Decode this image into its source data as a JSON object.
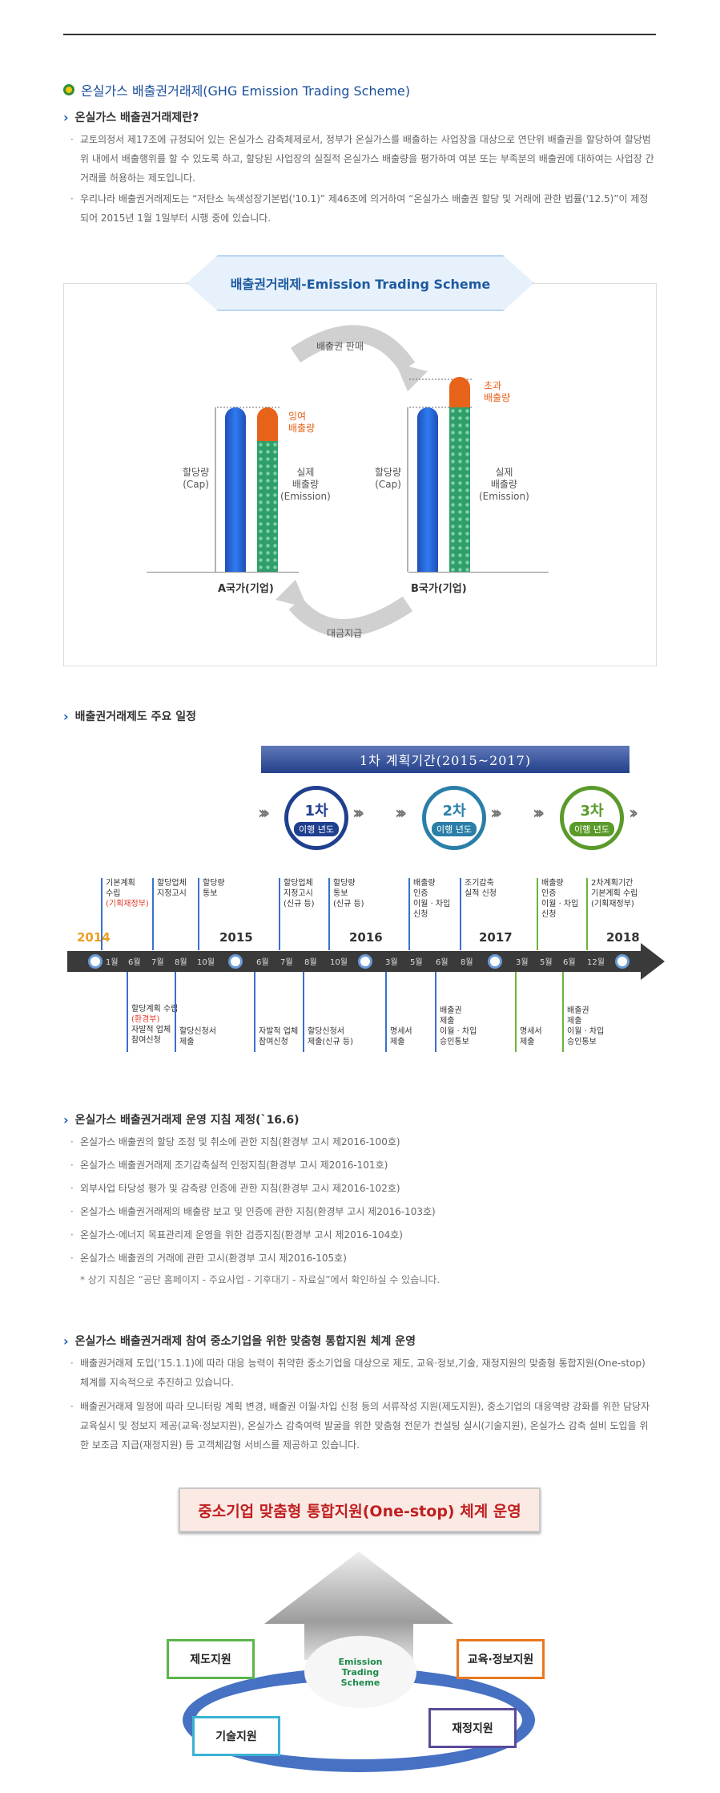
{
  "main_title": "온실가스 배출권거래제(GHG Emission Trading Scheme)",
  "sec1": {
    "title": "온실가스 배출권거래제란?",
    "bullets": [
      "교토의정서 제17조에 규정되어 있는 온실가스 감축체제로서, 정부가 온실가스를 배출하는 사업장을 대상으로 연단위 배출권을 할당하여 할당범위 내에서 배출행위를 할 수 있도록 하고, 할당된 사업장의 실질적 온실가스 배출량을 평가하여 여분 또는 부족분의 배출권에 대하여는 사업장 간 거래를 허용하는 제도입니다.",
      "우리나라 배출권거래제도는 “저탄소 녹색성장기본법('10.1)” 제46조에 의거하여 “온실가스 배출권 할당 및 거래에 관한 법률('12.5)”이 제정되어 2015년 1월 1일부터 시행 중에 있습니다."
    ]
  },
  "ets": {
    "title": "배출권거래제-Emission Trading Scheme",
    "sell": "배출권 판매",
    "pay": "대금지급",
    "cap": "할당량\n(Cap)",
    "emission": "실제\n배출량\n(Emission)",
    "surplus": "잉여\n배출량",
    "excess": "초과\n배출량",
    "a_label": "A국가(기업)",
    "b_label": "B국가(기업)"
  },
  "sec2": {
    "title": "배출권거래제도 주요 일정"
  },
  "timeline": {
    "banner": "1차 계획기간(2015~2017)",
    "phases": [
      {
        "n": "1차",
        "t": "이행 년도",
        "color": "#1f3f8f"
      },
      {
        "n": "2차",
        "t": "이행 년도",
        "color": "#2a7fa8"
      },
      {
        "n": "3차",
        "t": "이행 년도",
        "color": "#5a9a2a"
      }
    ],
    "years": [
      "2014",
      "2015",
      "2016",
      "2017",
      "2018"
    ],
    "months": [
      "1월",
      "6월",
      "7월",
      "8월",
      "10월",
      "6월",
      "7월",
      "8월",
      "10월",
      "3월",
      "5월",
      "6월",
      "8월",
      "3월",
      "5월",
      "6월",
      "12월"
    ],
    "top_events": [
      [
        "기본계획",
        "수립",
        "(기획재정부)"
      ],
      [
        "할당업체",
        "지정고시"
      ],
      [
        "할당량",
        "통보"
      ],
      [
        "할당업체",
        "지정고시",
        "(신규 등)"
      ],
      [
        "할당량",
        "통보",
        "(신규 등)"
      ],
      [
        "배출량",
        "인증",
        "이월 · 차입",
        "신청"
      ],
      [
        "조기감축",
        "실적 신청"
      ],
      [
        "배출량",
        "인증",
        "이월 · 차입",
        "신청"
      ],
      [
        "2차계획기간",
        "기본계획 수립",
        "(기획재정부)"
      ]
    ],
    "bottom_events": [
      [
        "할당계획 수립",
        "(환경부)",
        "자발적 업체",
        "참여신청"
      ],
      [
        "할당신청서",
        "제출"
      ],
      [
        "자발적 업체",
        "참여신청"
      ],
      [
        "할당신청서",
        "제출(신규 등)"
      ],
      [
        "명세서",
        "제출"
      ],
      [
        "배출권",
        "제출",
        "이월 · 차입",
        "승인통보"
      ],
      [
        "명세서",
        "제출"
      ],
      [
        "배출권",
        "제출",
        "이월 · 차입",
        "승인통보"
      ]
    ]
  },
  "sec3": {
    "title": "온실가스 배출권거래제 운영 지침 제정(`16.6)",
    "bullets": [
      "온실가스 배출권의 할당 조정 및 취소에 관한 지침(환경부 고시 제2016-100호)",
      "온실가스 배출권거래제 조기감축실적 인정지침(환경부 고시 제2016-101호)",
      "외부사업 타당성 평가 및 감축량 인증에 관한 지침(환경부 고시 제2016-102호)",
      "온실가스 배출권거래제의 배출량 보고 및 인증에 관한 지침(환경부 고시 제2016-103호)",
      "온실가스·에너지 목표관리제 운영을 위한 검증지침(환경부 고시 제2016-104호)",
      "온실가스 배출권의 거래에 관한 고시(환경부 고시 제2016-105호)"
    ],
    "note": "* 상기 지침은 “공단 홈페이지 - 주요사업 - 기후대기 - 자료실”에서 확인하실 수 있습니다."
  },
  "sec4": {
    "title": "온실가스 배출권거래제 참여 중소기업을 위한 맞춤형 통합지원 체계 운영",
    "bullets": [
      "배출권거래제 도입('15.1.1)에 따라 대응 능력이 취약한 중소기업을 대상으로 제도, 교육·정보,기술, 재정지원의 맞춤형 통합지원(One-stop) 체계를 지속적으로 추진하고 있습니다.",
      "배출권거래제 일정에 따라 모니터링 계획 변경, 배출권 이월·차입 신청 등의 서류작성 지원(제도지원), 중소기업의 대응역량 강화를 위한 담당자 교육실시 및 정보지 제공(교육·정보지원), 온실가스 감축여력 발굴을 위한 맞춤형 전문가 컨설팅 실시(기술지원), 온실가스 감축 설비 도입을 위한 보조금 지급(재정지원) 등 고객체감형 서비스를 제공하고 있습니다."
    ]
  },
  "onestop": {
    "banner": "중소기업 맞춤형 통합지원(One-stop) 체계 운영",
    "logo": "Emission\nTrading\nScheme",
    "boxes": [
      {
        "label": "제도지원",
        "color": "#5bb54a"
      },
      {
        "label": "교육·정보지원",
        "color": "#e8781e"
      },
      {
        "label": "기술지원",
        "color": "#3ab2d6"
      },
      {
        "label": "재정지원",
        "color": "#5a4a9a"
      }
    ]
  }
}
